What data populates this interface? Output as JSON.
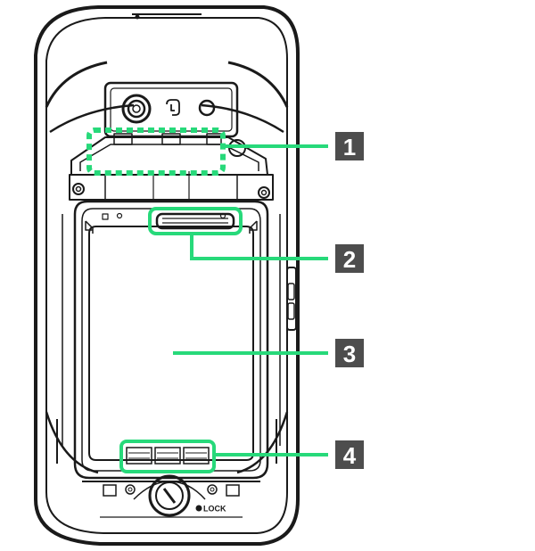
{
  "diagram": {
    "lock_label": "LOCK",
    "callouts": [
      {
        "number": "1"
      },
      {
        "number": "2"
      },
      {
        "number": "3"
      },
      {
        "number": "4"
      }
    ],
    "colors": {
      "highlight": "#27d97a",
      "outline": "#1a1a1a",
      "badge": "#4d4d4d",
      "badge_text": "#ffffff",
      "background": "#ffffff"
    }
  }
}
